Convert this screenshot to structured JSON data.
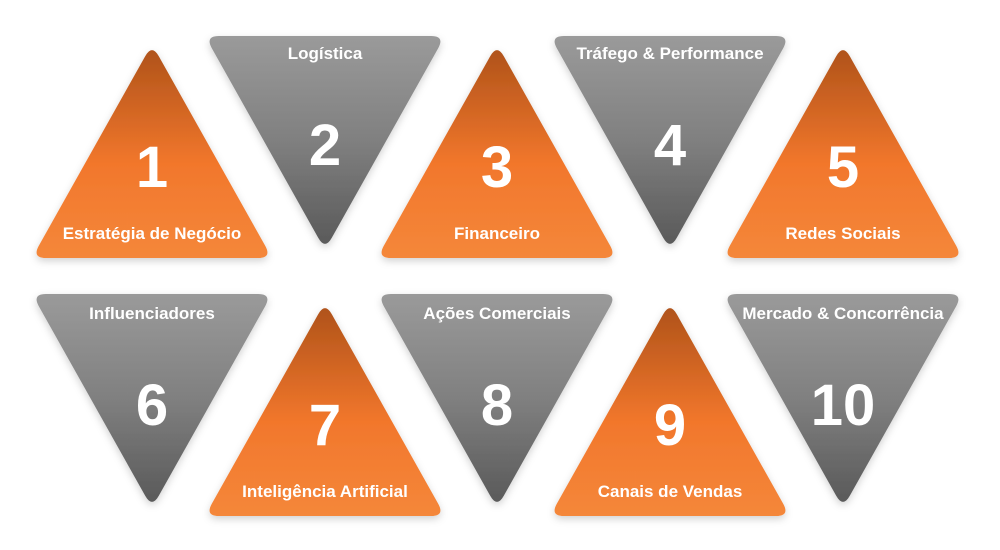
{
  "colors": {
    "orange_top": "#b0531a",
    "orange_mid": "#f2772c",
    "orange_bottom": "#f4873a",
    "gray_top": "#9a9a9a",
    "gray_mid": "#808080",
    "gray_bottom": "#5a5a5a",
    "text": "#ffffff"
  },
  "items": [
    {
      "number": "1",
      "label": "Estratégia de Negócio",
      "color": "orange",
      "orientation": "up"
    },
    {
      "number": "2",
      "label": "Logística",
      "color": "gray",
      "orientation": "down"
    },
    {
      "number": "3",
      "label": "Financeiro",
      "color": "orange",
      "orientation": "up"
    },
    {
      "number": "4",
      "label": "Tráfego & Performance",
      "color": "gray",
      "orientation": "down"
    },
    {
      "number": "5",
      "label": "Redes Sociais",
      "color": "orange",
      "orientation": "up"
    },
    {
      "number": "6",
      "label": "Influenciadores",
      "color": "gray",
      "orientation": "down"
    },
    {
      "number": "7",
      "label": "Inteligência Artificial",
      "color": "orange",
      "orientation": "up"
    },
    {
      "number": "8",
      "label": "Ações Comerciais",
      "color": "gray",
      "orientation": "down"
    },
    {
      "number": "9",
      "label": "Canais de Vendas",
      "color": "orange",
      "orientation": "up"
    },
    {
      "number": "10",
      "label": "Mercado & Concorrência",
      "color": "gray",
      "orientation": "down"
    }
  ]
}
